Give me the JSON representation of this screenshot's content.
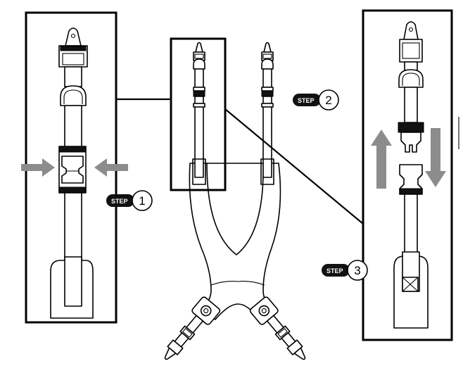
{
  "steps": [
    {
      "word": "STEP",
      "number": "1"
    },
    {
      "word": "STEP",
      "number": "2"
    },
    {
      "word": "STEP",
      "number": "3"
    }
  ],
  "colors": {
    "line": "#000000",
    "arrow": "#8c8c8c",
    "badge": "#111111",
    "background": "#ffffff"
  }
}
